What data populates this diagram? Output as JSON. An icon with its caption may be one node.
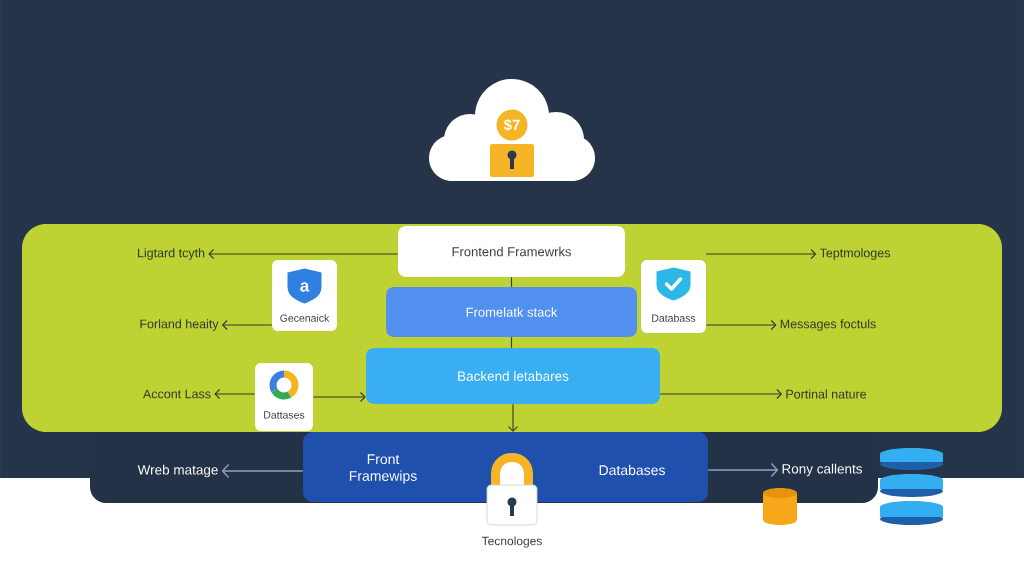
{
  "diagram": {
    "nodes": [
      {
        "text": [
          "$7"
        ]
      },
      {
        "text": [],
        "shape": "box"
      },
      {
        "text": [
          "Ligtard tcyth"
        ],
        "in": 1
      },
      {
        "text": [
          "Frontend Framewrks"
        ],
        "in": 1
      },
      {
        "text": [
          "Teptmologes"
        ],
        "in": 1
      },
      {
        "text": [
          "a",
          "Gecenaick"
        ],
        "in": 1
      },
      {
        "text": [
          "Forland heaity"
        ],
        "in": 1
      },
      {
        "text": [
          "Fromelatk stack"
        ],
        "in": 1
      },
      {
        "text": [
          "Databass"
        ],
        "in": 1
      },
      {
        "text": [
          "Messages foctuls"
        ],
        "in": 1
      },
      {
        "text": [
          "Accont Lass"
        ],
        "in": 1
      },
      {
        "text": [
          "Dattases"
        ],
        "in": 1
      },
      {
        "text": [
          "Backend letabares"
        ],
        "in": 1
      },
      {
        "text": [
          "Portinal nature"
        ],
        "in": 1
      },
      {
        "text": [],
        "shape": "box"
      },
      {
        "text": [
          "Wreb matage"
        ],
        "in": 14
      },
      {
        "text": [
          "Front Framewips",
          "Databases"
        ],
        "in": 14
      },
      {
        "text": [
          "Rony callents"
        ],
        "in": 14
      },
      {
        "text": [],
        "shape": "picture",
        "beside": [
          "Tecnologes"
        ]
      }
    ],
    "edges": [
      {
        "from": 3,
        "to": 2,
        "arrow": "to"
      },
      {
        "from": 8,
        "to": 4,
        "arrow": "to"
      },
      {
        "from": 5,
        "to": 6,
        "arrow": "to"
      },
      {
        "from": 8,
        "to": 9,
        "arrow": "to"
      },
      {
        "from": 11,
        "to": 10,
        "arrow": "to"
      },
      {
        "from": 11,
        "to": 12,
        "arrow": "to"
      },
      {
        "from": 12,
        "to": 13,
        "arrow": "to"
      },
      {
        "from": 3,
        "to": 7,
        "arrow": "none"
      },
      {
        "from": 7,
        "to": 12,
        "arrow": "none"
      },
      {
        "from": 12,
        "to": 16,
        "arrow": "to"
      },
      {
        "from": 16,
        "to": 15,
        "arrow": "to",
        "color": "#8fa3c7"
      },
      {
        "from": 16,
        "to": 17,
        "arrow": "to",
        "color": "#8fa3c7"
      }
    ]
  }
}
